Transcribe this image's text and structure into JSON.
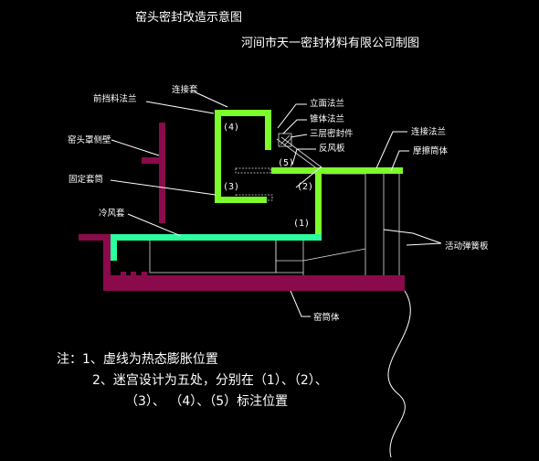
{
  "title": "窑头密封改造示意图",
  "company": "河间市天一密封材料有限公司制图",
  "labels": {
    "front_flange": "前挡料法兰",
    "connect_sleeve": "连接套",
    "vertical_flange": "立面法兰",
    "cone_flange": "锥体法兰",
    "three_layer_seal": "三层密封件",
    "deflector": "反风板",
    "connect_flange": "连接法兰",
    "friction_tube": "摩擦筒体",
    "hood_side_wall": "窑头罩侧壁",
    "fixed_sleeve": "固定套筒",
    "cooling_jacket": "冷风套",
    "spring_plates": "活动弹簧板",
    "kiln_shell": "窑筒体"
  },
  "markers": {
    "m1": "(1)",
    "m2": "(2)",
    "m3": "(3)",
    "m4": "(4)",
    "m5": "(5)"
  },
  "notes": {
    "line1": "注：1、虚线为热态膨胀位置",
    "line2": "2、迷宫设计为五处，分别在（1）、（2）、",
    "line3": "（3）、 （4）、（5）标注位置"
  },
  "colors": {
    "green": "#7cfc2a",
    "cyan": "#2bffa0",
    "maroon": "#8b0a4b",
    "background": "#000000"
  }
}
